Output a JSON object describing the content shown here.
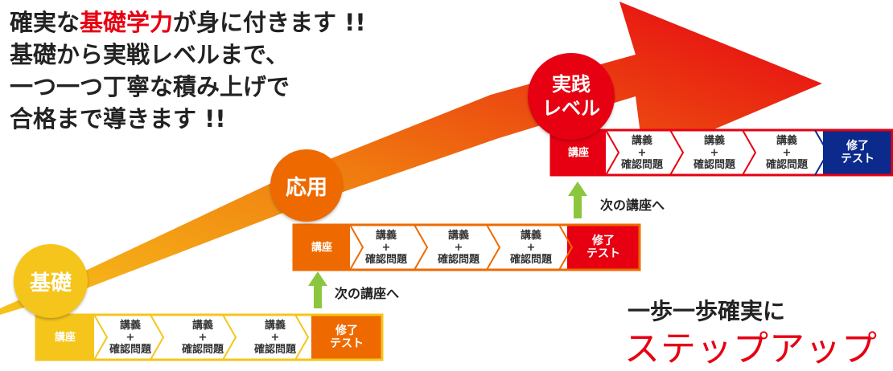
{
  "intro": {
    "line1_pre": "確実な",
    "line1_em": "基礎学力",
    "line1_post": "が身に付きます !!",
    "line2": "基礎から実戦レベルまで、",
    "line3": "一つ一つ丁寧な積み上げで",
    "line4": "合格まで導きます !!"
  },
  "colors": {
    "basic": "#f5c51b",
    "applied": "#ee6a00",
    "practical": "#e60012",
    "final_blue": "#0b2a8c",
    "arrow_green": "#8cc63f"
  },
  "levels": {
    "basic": {
      "badge": "基礎",
      "head": "講座",
      "steps": [
        {
          "l1": "講義",
          "l2": "+",
          "l3": "確認問題"
        },
        {
          "l1": "講義",
          "l2": "+",
          "l3": "確認問題"
        },
        {
          "l1": "講義",
          "l2": "+",
          "l3": "確認問題"
        }
      ],
      "final": {
        "l1": "修了",
        "l2": "テスト"
      }
    },
    "applied": {
      "badge": "応用",
      "head": "講座",
      "steps": [
        {
          "l1": "講義",
          "l2": "+",
          "l3": "確認問題"
        },
        {
          "l1": "講義",
          "l2": "+",
          "l3": "確認問題"
        },
        {
          "l1": "講義",
          "l2": "+",
          "l3": "確認問題"
        }
      ],
      "final": {
        "l1": "修了",
        "l2": "テスト"
      }
    },
    "practical": {
      "badge_l1": "実践",
      "badge_l2": "レベル",
      "head": "講座",
      "steps": [
        {
          "l1": "講義",
          "l2": "+",
          "l3": "確認問題"
        },
        {
          "l1": "講義",
          "l2": "+",
          "l3": "確認問題"
        },
        {
          "l1": "講義",
          "l2": "+",
          "l3": "確認問題"
        }
      ],
      "final": {
        "l1": "修了",
        "l2": "テスト"
      }
    }
  },
  "next_label_1": "次の講座へ",
  "next_label_2": "次の講座へ",
  "tagline": {
    "line1": "一歩一歩確実に",
    "line2": "ステップアップ !!"
  }
}
